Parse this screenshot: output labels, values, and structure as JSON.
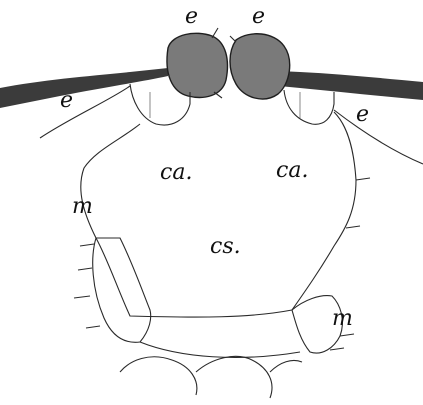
{
  "figure": {
    "labels": {
      "guard_cell_left": "e",
      "guard_cell_right": "e",
      "epidermis_left": "e",
      "epidermis_right": "e",
      "cavity_left": "ca.",
      "cavity_right": "ca.",
      "mesophyll_upper": "m",
      "mesophyll_lower": "m",
      "center": "cs."
    }
  }
}
